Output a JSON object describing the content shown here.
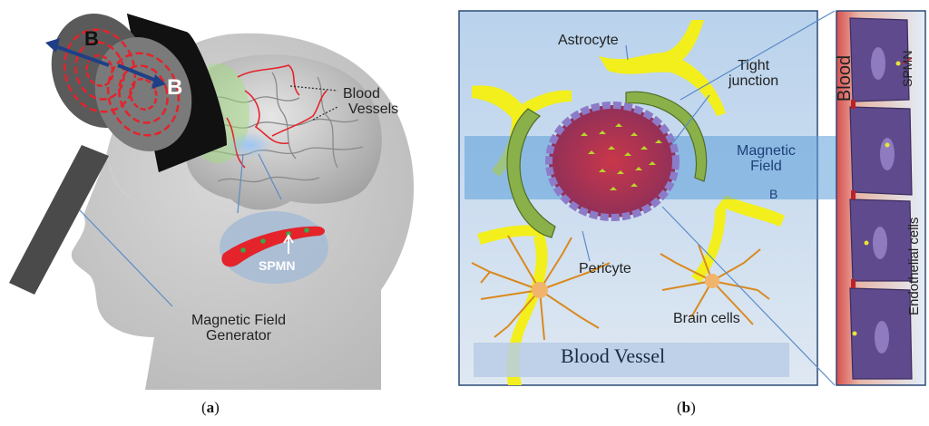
{
  "panel_a": {
    "caption_open": "(",
    "caption_letter": "a",
    "caption_close": ")",
    "field_label_1": "B",
    "field_label_2": "B",
    "blood_vessels_label_1": "Blood",
    "blood_vessels_label_2": "Vessels",
    "spmn_label": "SPMN",
    "generator_label_1": "Magnetic Field",
    "generator_label_2": "Generator"
  },
  "panel_b": {
    "caption_open": "(",
    "caption_letter": "b",
    "caption_close": ")",
    "astrocyte_label": "Astrocyte",
    "tight_junction_label_1": "Tight",
    "tight_junction_label_2": "junction",
    "magnetic_field_label_1": "Magnetic",
    "magnetic_field_label_2": "Field",
    "field_symbol": "B",
    "pericyte_label": "Pericyte",
    "brain_cells_label": "Brain cells",
    "blood_vessel_label": "Blood Vessel",
    "inset_blood_label": "Blood",
    "inset_spmn_label": "SPMN",
    "inset_endothelial_label": "Endothelial cells"
  },
  "colors": {
    "blood_red": "#e4232b",
    "astrocyte_yellow": "#f2ef1c",
    "pericyte_green": "#8ab04a",
    "endothelial_purple": "#5e4a8c",
    "panel_b_bg": "#c9dcef"
  }
}
